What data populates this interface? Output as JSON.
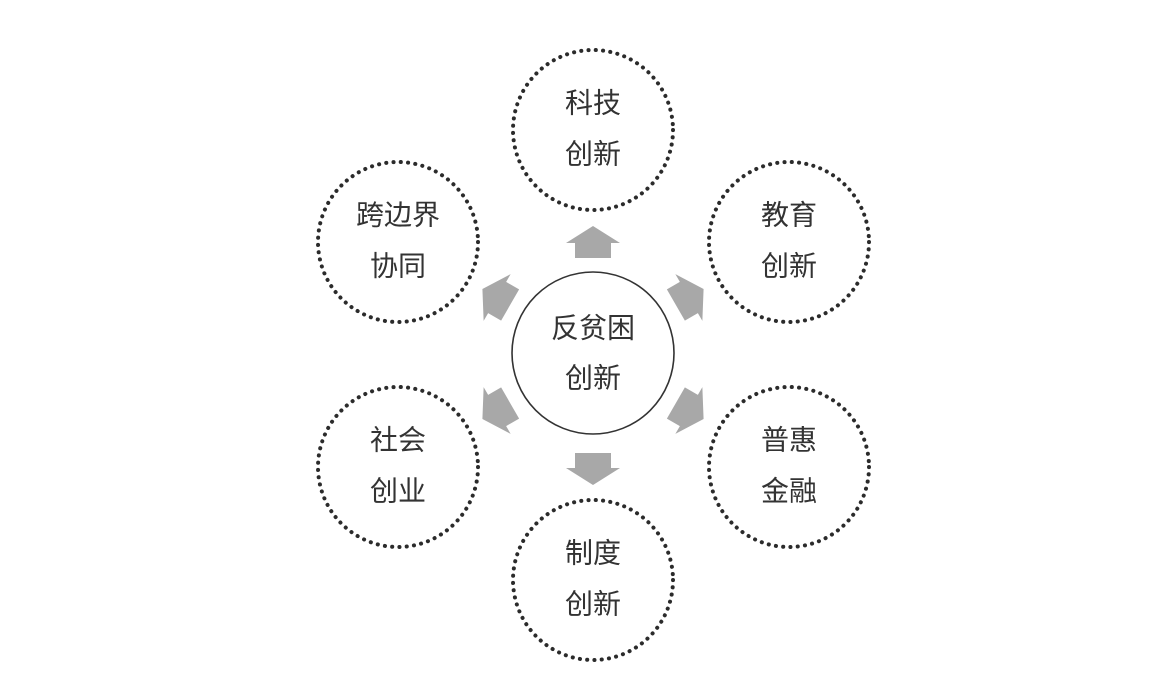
{
  "diagram": {
    "center": {
      "line1": "反贫困",
      "line2": "创新"
    },
    "nodes": [
      {
        "id": "tech",
        "line1": "科技",
        "line2": "创新"
      },
      {
        "id": "education",
        "line1": "教育",
        "line2": "创新"
      },
      {
        "id": "finance",
        "line1": "普惠",
        "line2": "金融"
      },
      {
        "id": "institution",
        "line1": "制度",
        "line2": "创新"
      },
      {
        "id": "social",
        "line1": "社会",
        "line2": "创业"
      },
      {
        "id": "crossborder",
        "line1": "跨边界",
        "line2": "协同"
      }
    ],
    "colors": {
      "arrow": "#a8a8a8",
      "ring": "#2b2b2b",
      "text": "#333333"
    }
  }
}
